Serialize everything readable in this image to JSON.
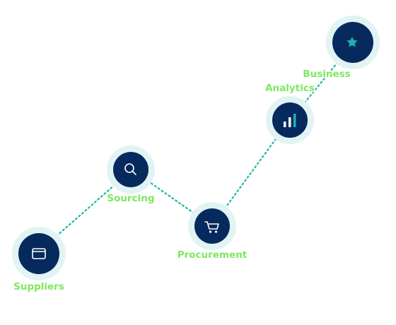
{
  "diagram": {
    "nodes": [
      {
        "id": "suppliers",
        "label": "Suppliers",
        "icon": "card-icon"
      },
      {
        "id": "sourcing",
        "label": "Sourcing",
        "icon": "search-icon"
      },
      {
        "id": "procurement",
        "label": "Procurement",
        "icon": "cart-icon"
      },
      {
        "id": "analytics",
        "label": "Analytics",
        "icon": "bar-chart-icon"
      },
      {
        "id": "business",
        "label": "Business",
        "icon": "star-icon"
      }
    ],
    "edges": [
      [
        "suppliers",
        "sourcing"
      ],
      [
        "sourcing",
        "procurement"
      ],
      [
        "procurement",
        "analytics"
      ],
      [
        "analytics",
        "business"
      ]
    ],
    "colors": {
      "node_fill": "#062a5e",
      "halo": "#e1f3f3",
      "connector": "#1fb5a6",
      "label": "#7ce85f",
      "accent": "#20b2aa"
    }
  }
}
